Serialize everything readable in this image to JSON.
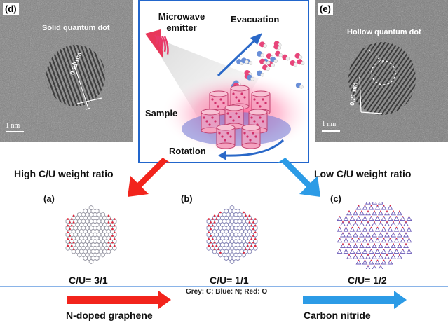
{
  "panel_d": {
    "letter": "(d)",
    "caption": "Solid quantum dot",
    "lattice": "0.21 nm",
    "scale": "1 nm"
  },
  "panel_e": {
    "letter": "(e)",
    "caption": "Hollow quantum dot",
    "lattice": "0.21 nm",
    "scale": "1 nm"
  },
  "center_panel": {
    "microwave_label": "Microwave emitter",
    "evacuation_label": "Evacuation",
    "sample_label": "Sample",
    "rotation_label": "Rotation"
  },
  "ratio_high": "High C/U weight ratio",
  "ratio_low": "Low C/U weight ratio",
  "structures": [
    {
      "letter": "(a)",
      "ratio": "C/U= 3/1"
    },
    {
      "letter": "(b)",
      "ratio": "C/U= 1/1"
    },
    {
      "letter": "(c)",
      "ratio": "C/U= 1/2"
    }
  ],
  "legend": "Grey: C; Blue: N; Red: O",
  "bottom_left_label": "N-doped graphene",
  "bottom_right_label": "Carbon nitride",
  "colors": {
    "red_arrow": "#f2241c",
    "blue_arrow": "#2c9be6",
    "panel_border": "#2266cc"
  }
}
